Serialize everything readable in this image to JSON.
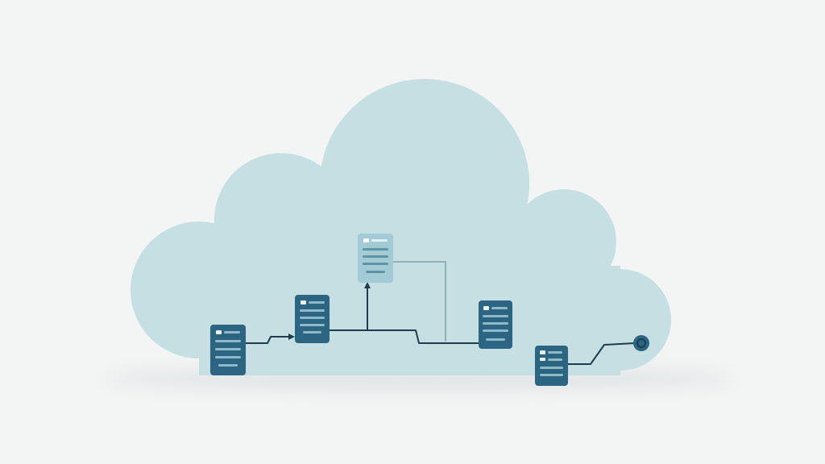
{
  "colors": {
    "background": "#f3f4f4",
    "cloud": "#c6dfe3",
    "server_dark": "#2b6582",
    "server_light": "#a3cbd6",
    "line_primary": "#1e3d4f",
    "line_secondary": "#8fb0b8"
  },
  "diagram": {
    "nodes": [
      {
        "id": "server-1",
        "kind": "server",
        "tone": "dark"
      },
      {
        "id": "server-2",
        "kind": "server",
        "tone": "dark"
      },
      {
        "id": "server-3",
        "kind": "server",
        "tone": "light"
      },
      {
        "id": "server-4",
        "kind": "server",
        "tone": "dark"
      },
      {
        "id": "server-5",
        "kind": "server",
        "tone": "dark"
      },
      {
        "id": "endpoint",
        "kind": "node-icon"
      }
    ],
    "links": [
      {
        "from": "server-1",
        "to": "server-2",
        "arrow": true
      },
      {
        "from": "server-2",
        "to": "server-3",
        "arrow": true
      },
      {
        "from": "server-2",
        "to": "server-4",
        "arrow": false
      },
      {
        "from": "server-3",
        "to": "server-4",
        "arrow": false
      },
      {
        "from": "server-5",
        "to": "endpoint",
        "arrow": false
      }
    ]
  }
}
